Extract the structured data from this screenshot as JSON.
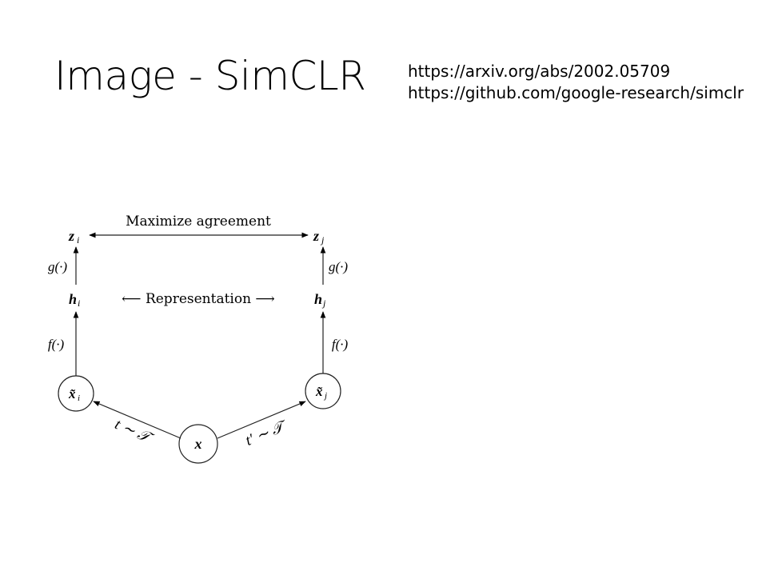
{
  "slide": {
    "title": "Image - SimCLR",
    "links": [
      "https://arxiv.org/abs/2002.05709",
      "https://github.com/google-research/simclr"
    ]
  },
  "diagram": {
    "top_label": "Maximize agreement",
    "middle_label": "⟵ Representation ⟶",
    "z_i": "z",
    "z_j": "z",
    "h_i": "h",
    "h_j": "h",
    "sub_i": "i",
    "sub_j": "j",
    "g": "g(·)",
    "f": "f(·)",
    "x_tilde_i": "x̃",
    "x_tilde_j": "x̃",
    "x": "x",
    "t_left": "t ∼ 𝒯",
    "t_right": "t′ ∼ 𝒯"
  }
}
